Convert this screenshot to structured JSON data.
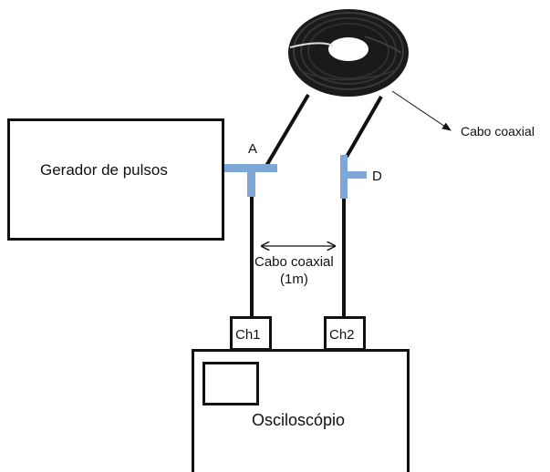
{
  "diagram": {
    "generator": {
      "label": "Gerador de pulsos"
    },
    "oscilloscope": {
      "label": "Osciloscópio",
      "channel1_label": "Ch1",
      "channel2_label": "Ch2"
    },
    "connectors": {
      "a_label": "A",
      "d_label": "D"
    },
    "coax_spool": {
      "label": "Cabo coaxial"
    },
    "short_cable": {
      "label_line1": "Cabo coaxial",
      "label_line2": "(1m)"
    },
    "colors": {
      "line": "#111111",
      "connector": "#7ea6d6",
      "spool": "#1a1a1a"
    }
  }
}
